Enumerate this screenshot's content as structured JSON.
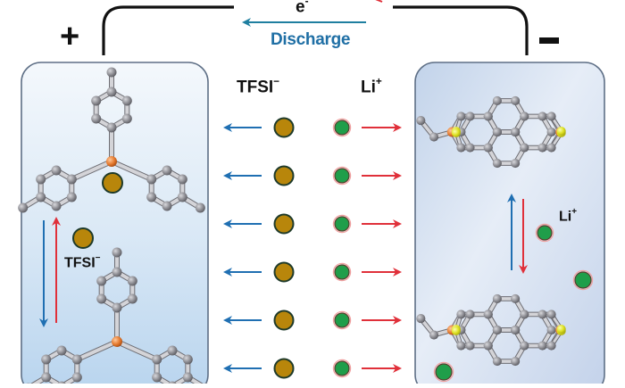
{
  "figure": {
    "description": "Dual-ion battery discharge schematic",
    "circuit": {
      "electron_label": "e",
      "electron_charge": "-",
      "process_label": "Discharge",
      "positive_terminal": "+",
      "negative_terminal": "-"
    },
    "electrolyte": {
      "anion_header": "TFSI",
      "anion_charge": "−",
      "cation_header": "Li",
      "cation_charge": "+",
      "row_count": 6,
      "anion_direction": "left",
      "cation_direction": "right"
    },
    "cathode": {
      "polarity": "+",
      "material": "triarylamine polymer (p-type)",
      "ion_label": "TFSI",
      "ion_charge": "−"
    },
    "anode": {
      "polarity": "-",
      "material": "perylene diimide-type (n-type)",
      "ion_label": "Li",
      "ion_charge": "+"
    }
  },
  "colors": {
    "wire": "#111111",
    "discharge_text": "#1f6fa5",
    "arrow_blue": "#1f6fb2",
    "arrow_red": "#e0303a",
    "tfsi_fill": "#b8860b",
    "tfsi_stroke": "#1e3a2a",
    "li_fill": "#1f9e4a",
    "li_stroke": "#f0a0a0",
    "carbon": "#8a8a8e",
    "nitrogen": "#e07a30",
    "oxygen": "#d8de20",
    "panel_border": "#5e6f86"
  }
}
